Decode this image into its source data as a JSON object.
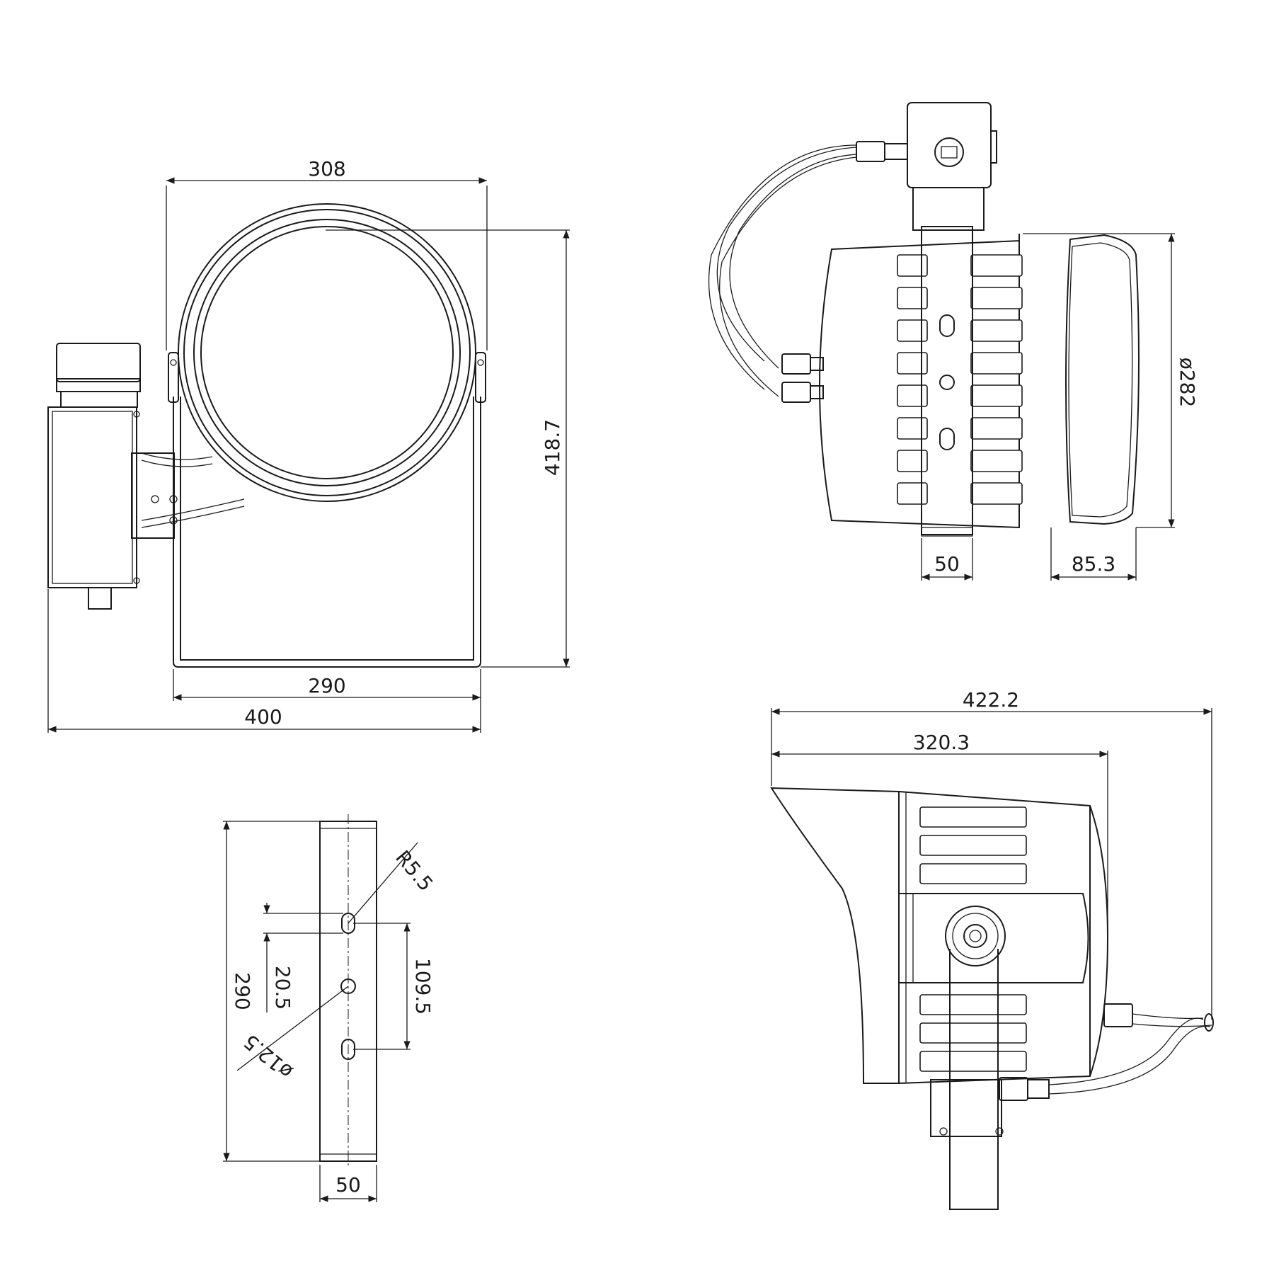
{
  "views": {
    "front": {
      "dimensions": {
        "width_top": "308",
        "height": "418.7",
        "bracket_width": "290",
        "overall_width": "400"
      }
    },
    "side": {
      "dimensions": {
        "diameter": "ø282",
        "bracket_width": "50",
        "lens_depth": "85.3"
      }
    },
    "bracket": {
      "dimensions": {
        "slot_radius": "R5.5",
        "slot_spacing": "20.5",
        "hole_spacing": "109.5",
        "hole_diameter": "ø12.5",
        "length": "290",
        "width": "50"
      }
    },
    "profile": {
      "dimensions": {
        "overall_length": "422.2",
        "body_length": "320.3"
      }
    }
  },
  "colors": {
    "line": "#1a1a1a",
    "background": "#ffffff"
  }
}
